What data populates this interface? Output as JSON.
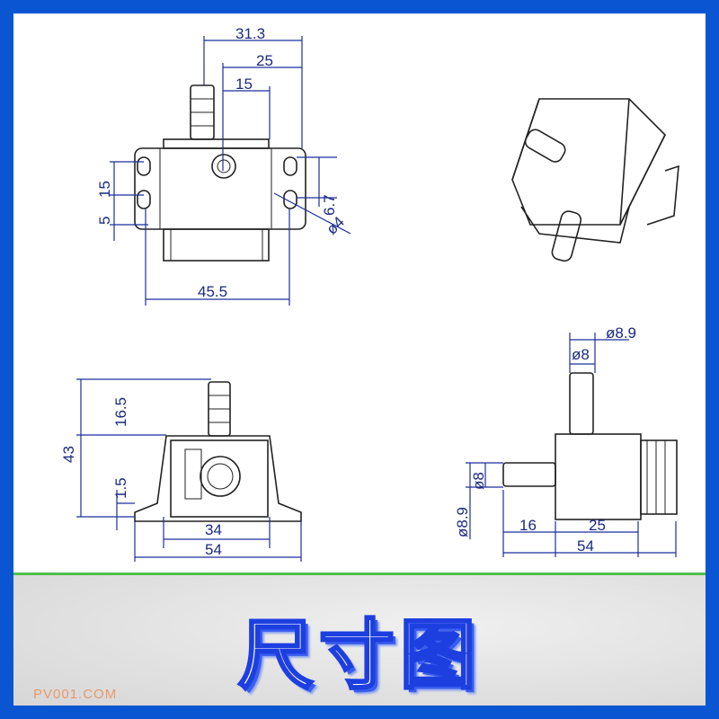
{
  "top_view": {
    "dims": [
      "31.3",
      "25",
      "15",
      "15",
      "5",
      "6.7",
      "ø4",
      "45.5"
    ]
  },
  "front_view": {
    "dims": [
      "16.5",
      "43",
      "1.5",
      "34",
      "54"
    ]
  },
  "side_view": {
    "dims": [
      "ø8.9",
      "ø8",
      "ø8",
      "ø8.9",
      "16",
      "25",
      "54"
    ]
  },
  "banner": {
    "title": "尺寸图",
    "brand": "PV001.COM"
  },
  "colors": {
    "frame": "#0a56d2",
    "dimension": "#1c2f9c",
    "divider": "#4fc04a",
    "brand": "#e89a6a"
  }
}
